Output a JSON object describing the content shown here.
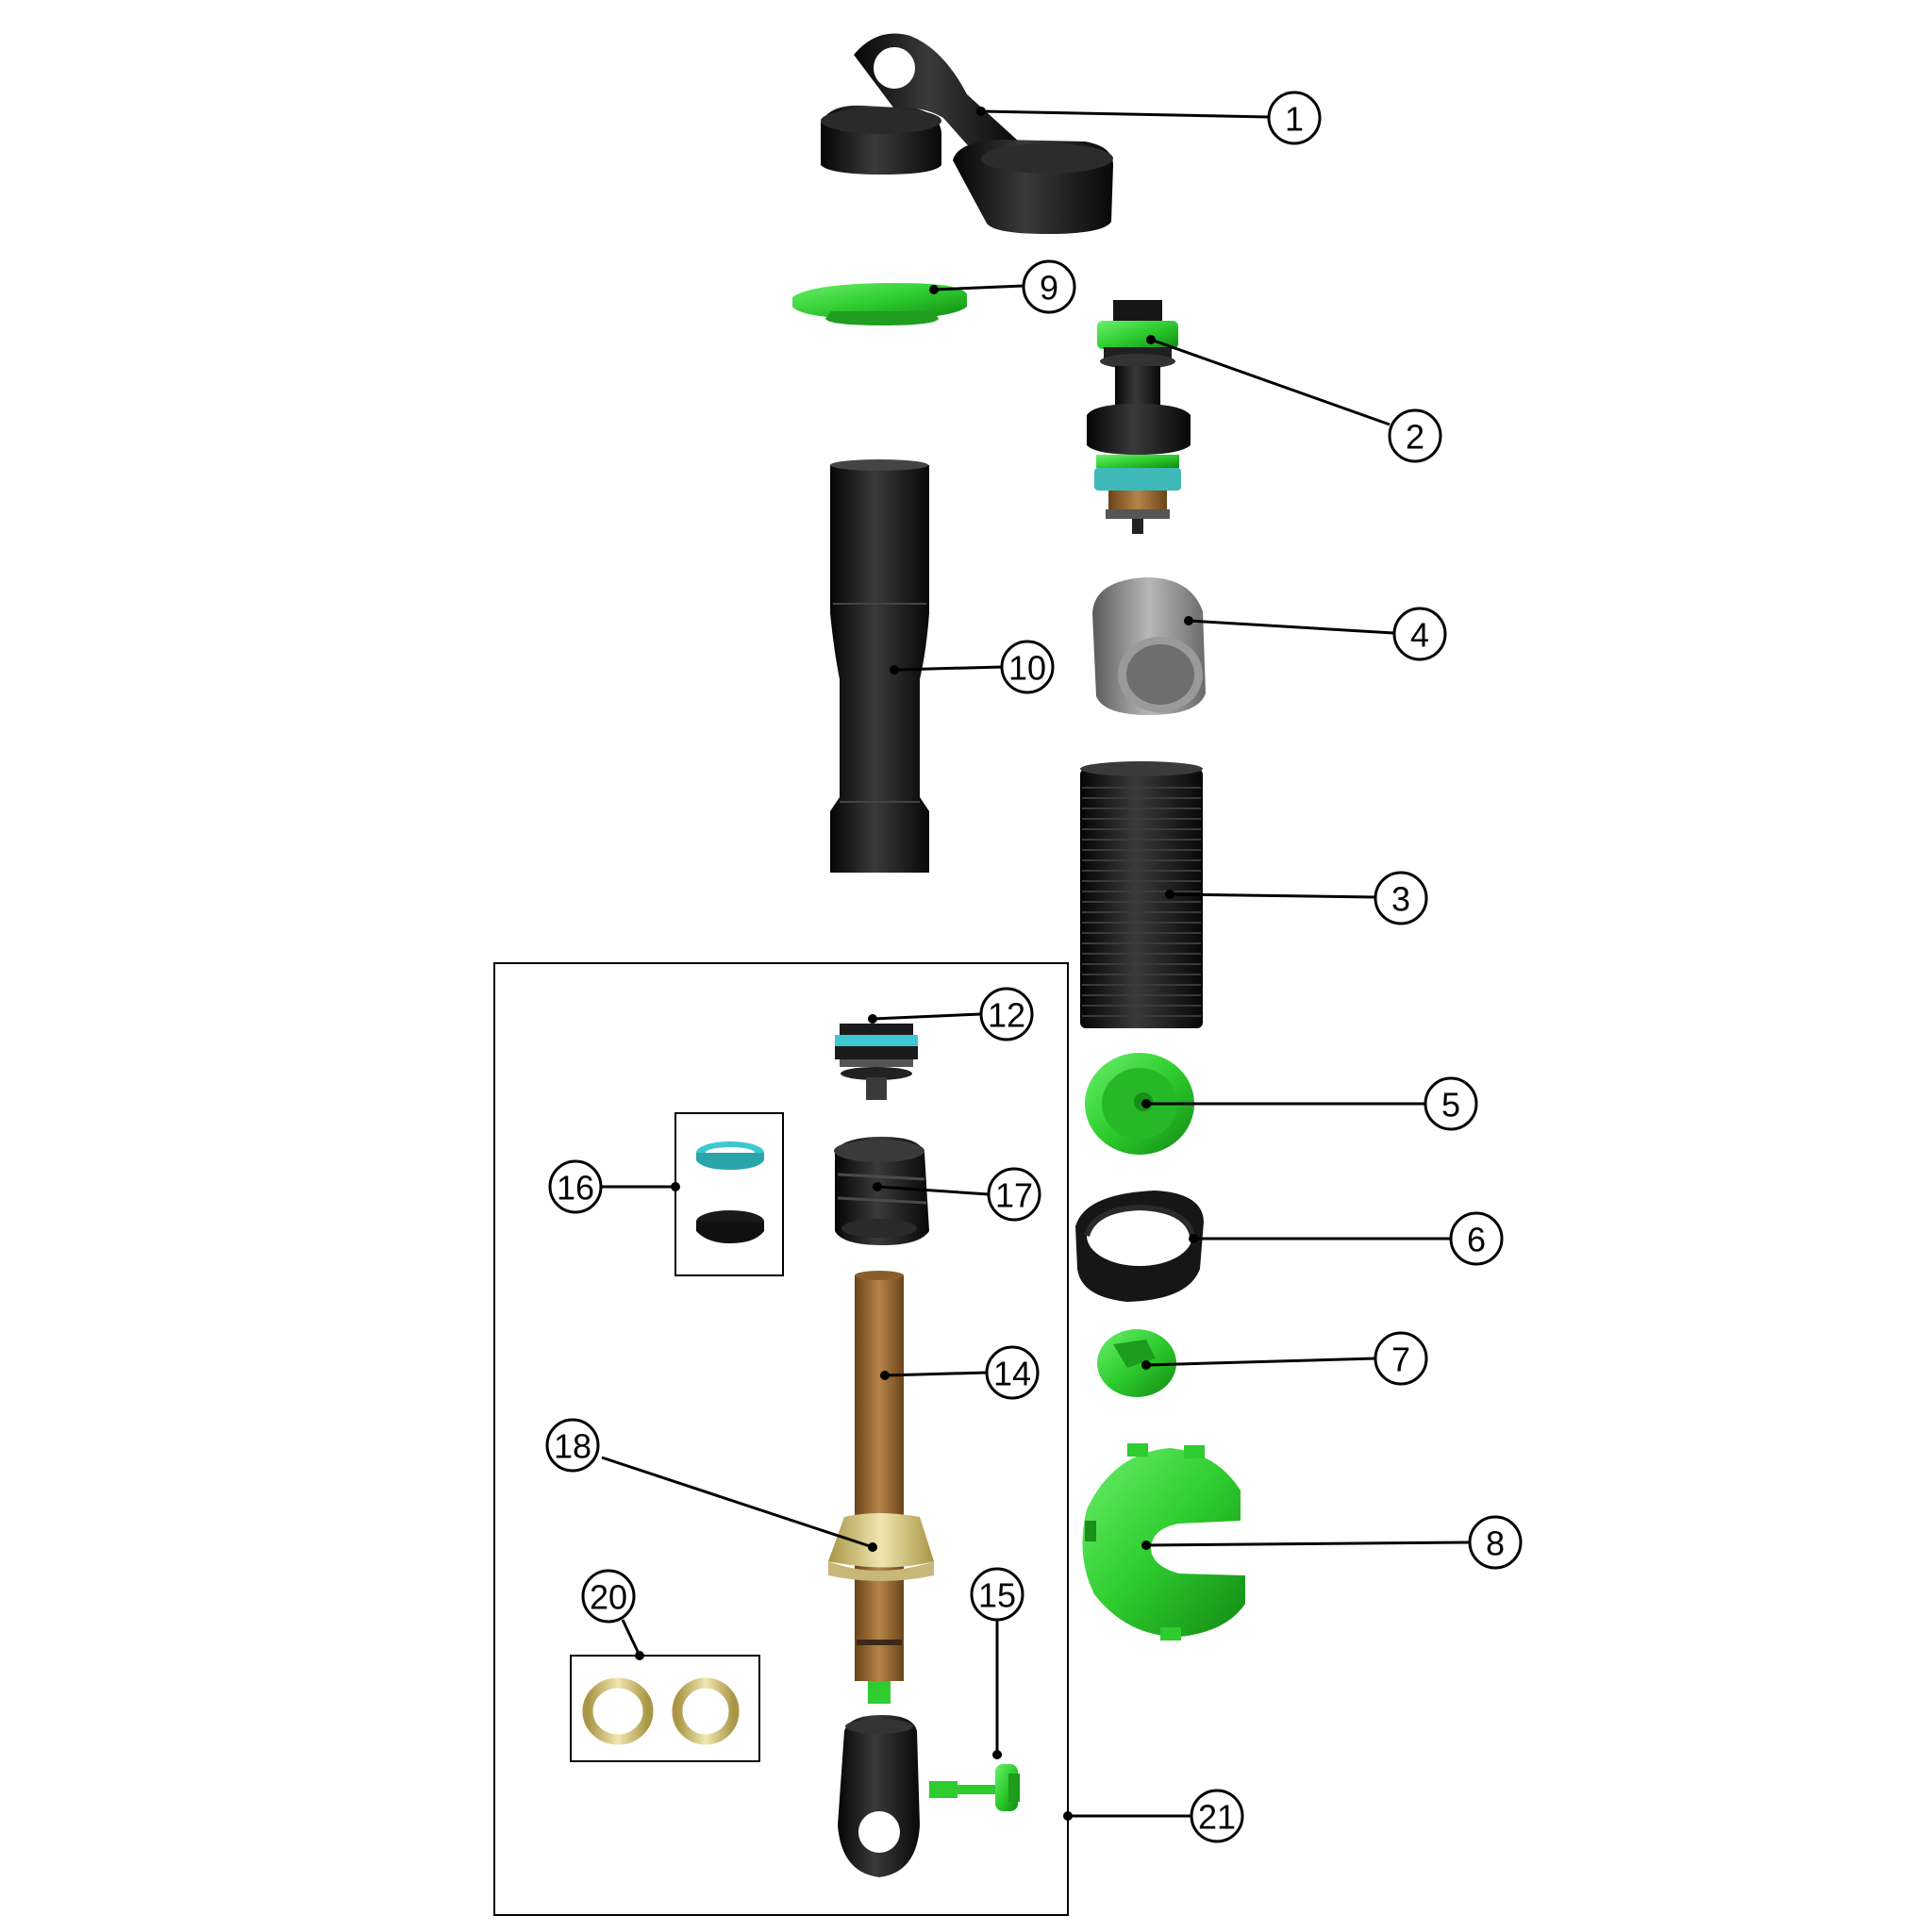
{
  "diagram": {
    "type": "exploded-parts-diagram",
    "subject": "rear shock absorber",
    "callouts": [
      {
        "id": "1",
        "label": "1"
      },
      {
        "id": "2",
        "label": "2"
      },
      {
        "id": "3",
        "label": "3"
      },
      {
        "id": "4",
        "label": "4"
      },
      {
        "id": "5",
        "label": "5"
      },
      {
        "id": "6",
        "label": "6"
      },
      {
        "id": "7",
        "label": "7"
      },
      {
        "id": "8",
        "label": "8"
      },
      {
        "id": "9",
        "label": "9"
      },
      {
        "id": "10",
        "label": "10"
      },
      {
        "id": "12",
        "label": "12"
      },
      {
        "id": "14",
        "label": "14"
      },
      {
        "id": "15",
        "label": "15"
      },
      {
        "id": "16",
        "label": "16"
      },
      {
        "id": "17",
        "label": "17"
      },
      {
        "id": "18",
        "label": "18"
      },
      {
        "id": "20",
        "label": "20"
      },
      {
        "id": "21",
        "label": "21"
      }
    ]
  },
  "colors": {
    "black_part": "#151515",
    "green_part": "#2ecc2e",
    "teal_seal": "#3cc8d0",
    "bronze": "#9a6a2e",
    "silver": "#8e8e8e",
    "gold_ring": "#d8c35a",
    "line": "#000000"
  }
}
